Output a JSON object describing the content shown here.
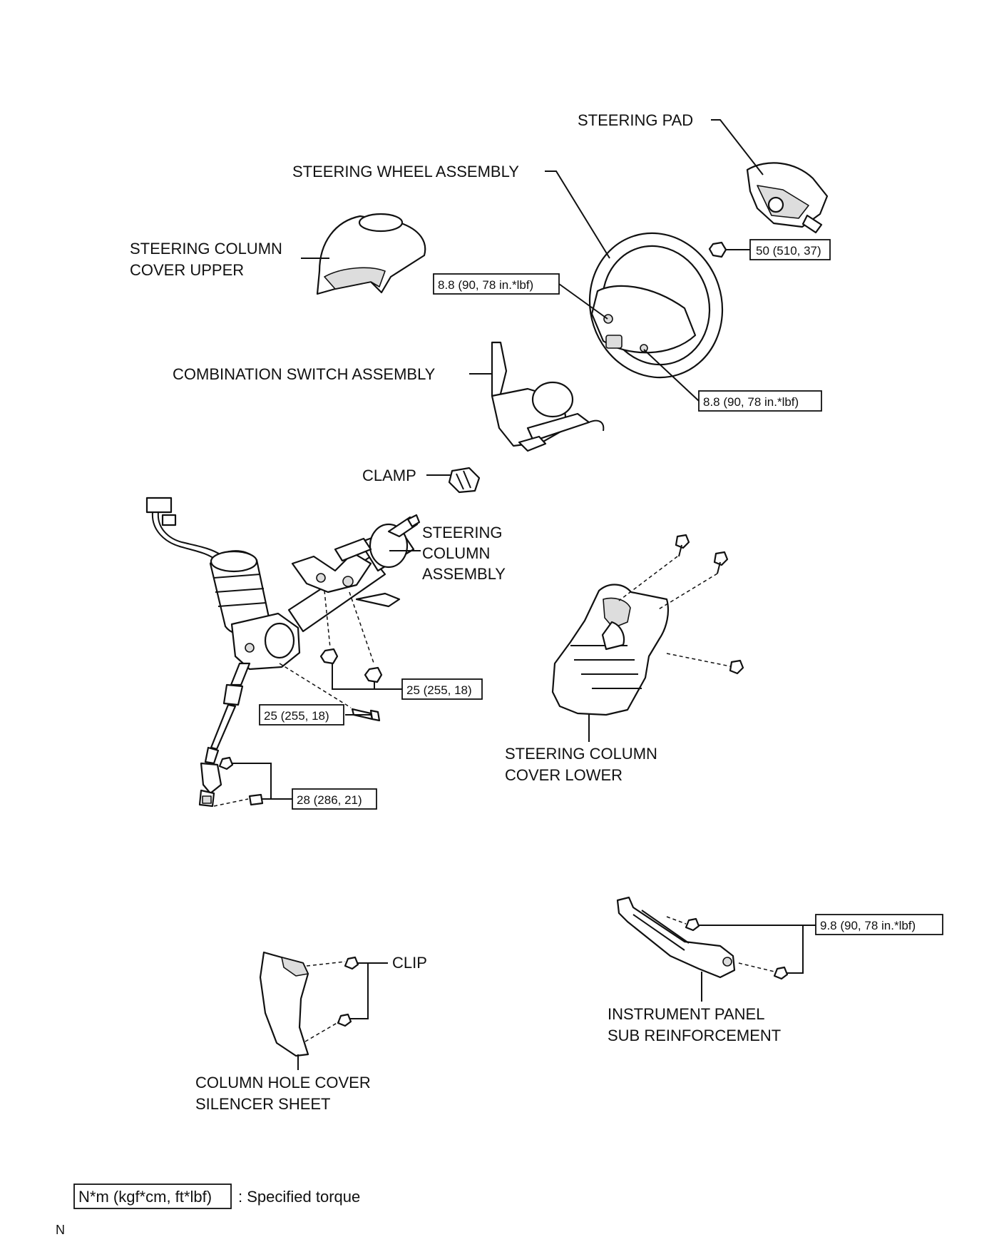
{
  "labels": {
    "steering_pad": "STEERING PAD",
    "steering_wheel_assembly": "STEERING WHEEL ASSEMBLY",
    "steering_column_cover_upper_1": "STEERING COLUMN",
    "steering_column_cover_upper_2": "COVER UPPER",
    "combination_switch_assembly": "COMBINATION SWITCH ASSEMBLY",
    "clamp": "CLAMP",
    "steering_column_assembly_1": "STEERING",
    "steering_column_assembly_2": "COLUMN",
    "steering_column_assembly_3": "ASSEMBLY",
    "steering_column_cover_lower_1": "STEERING COLUMN",
    "steering_column_cover_lower_2": "COVER LOWER",
    "clip": "CLIP",
    "column_hole_cover_1": "COLUMN HOLE COVER",
    "column_hole_cover_2": "SILENCER SHEET",
    "instrument_panel_1": "INSTRUMENT PANEL",
    "instrument_panel_2": "SUB REINFORCEMENT"
  },
  "torques": {
    "pad_nut": "50 (510, 37)",
    "wheel_screw_left": "8.8 (90, 78 in.*lbf)",
    "wheel_screw_right": "8.8 (90, 78 in.*lbf)",
    "column_nuts": "25 (255, 18)",
    "column_bolt": "25 (255, 18)",
    "intermediate_shaft": "28 (286, 21)",
    "reinforcement_bolts": "9.8 (90, 78 in.*lbf)"
  },
  "legend": {
    "unit_box": "N*m (kgf*cm, ft*lbf)",
    "description": ": Specified torque"
  },
  "footer_code": "N"
}
